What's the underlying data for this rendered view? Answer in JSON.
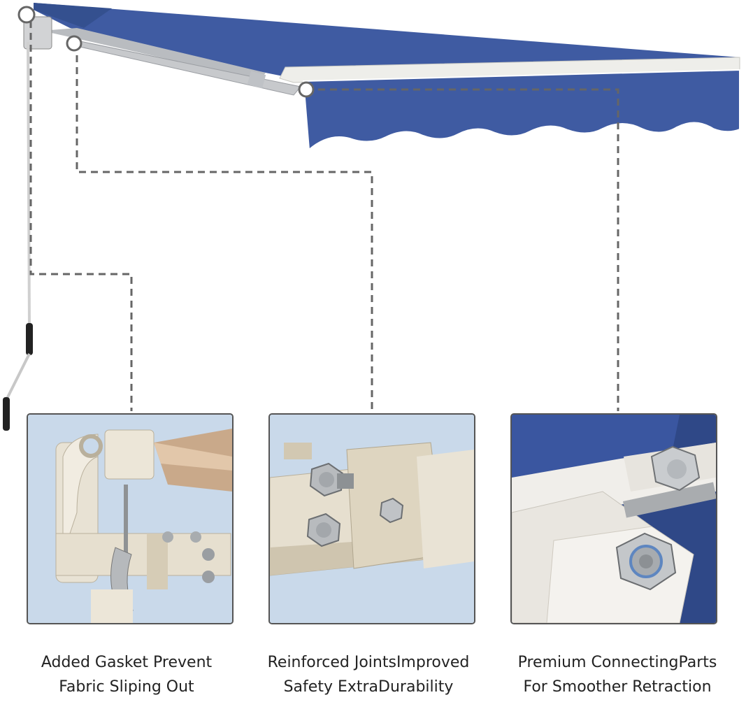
{
  "colors": {
    "awning_fabric": "#3f5ba2",
    "awning_shadow": "#2f4887",
    "frame": "#ecebe4",
    "callout_line": "#666666",
    "panel_border": "#555555",
    "hardware": "#d9d1c0",
    "sky": "#c9d9ea"
  },
  "features": [
    {
      "line1": "Added Gasket Prevent",
      "line2": "Fabric Sliping Out",
      "icon": "gasket-icon"
    },
    {
      "line1": "Reinforced JointsImproved",
      "line2": "Safety ExtraDurability",
      "icon": "joint-bolt-icon"
    },
    {
      "line1": "Premium ConnectingParts",
      "line2": "For Smoother Retraction",
      "icon": "hex-bolt-icon"
    }
  ]
}
